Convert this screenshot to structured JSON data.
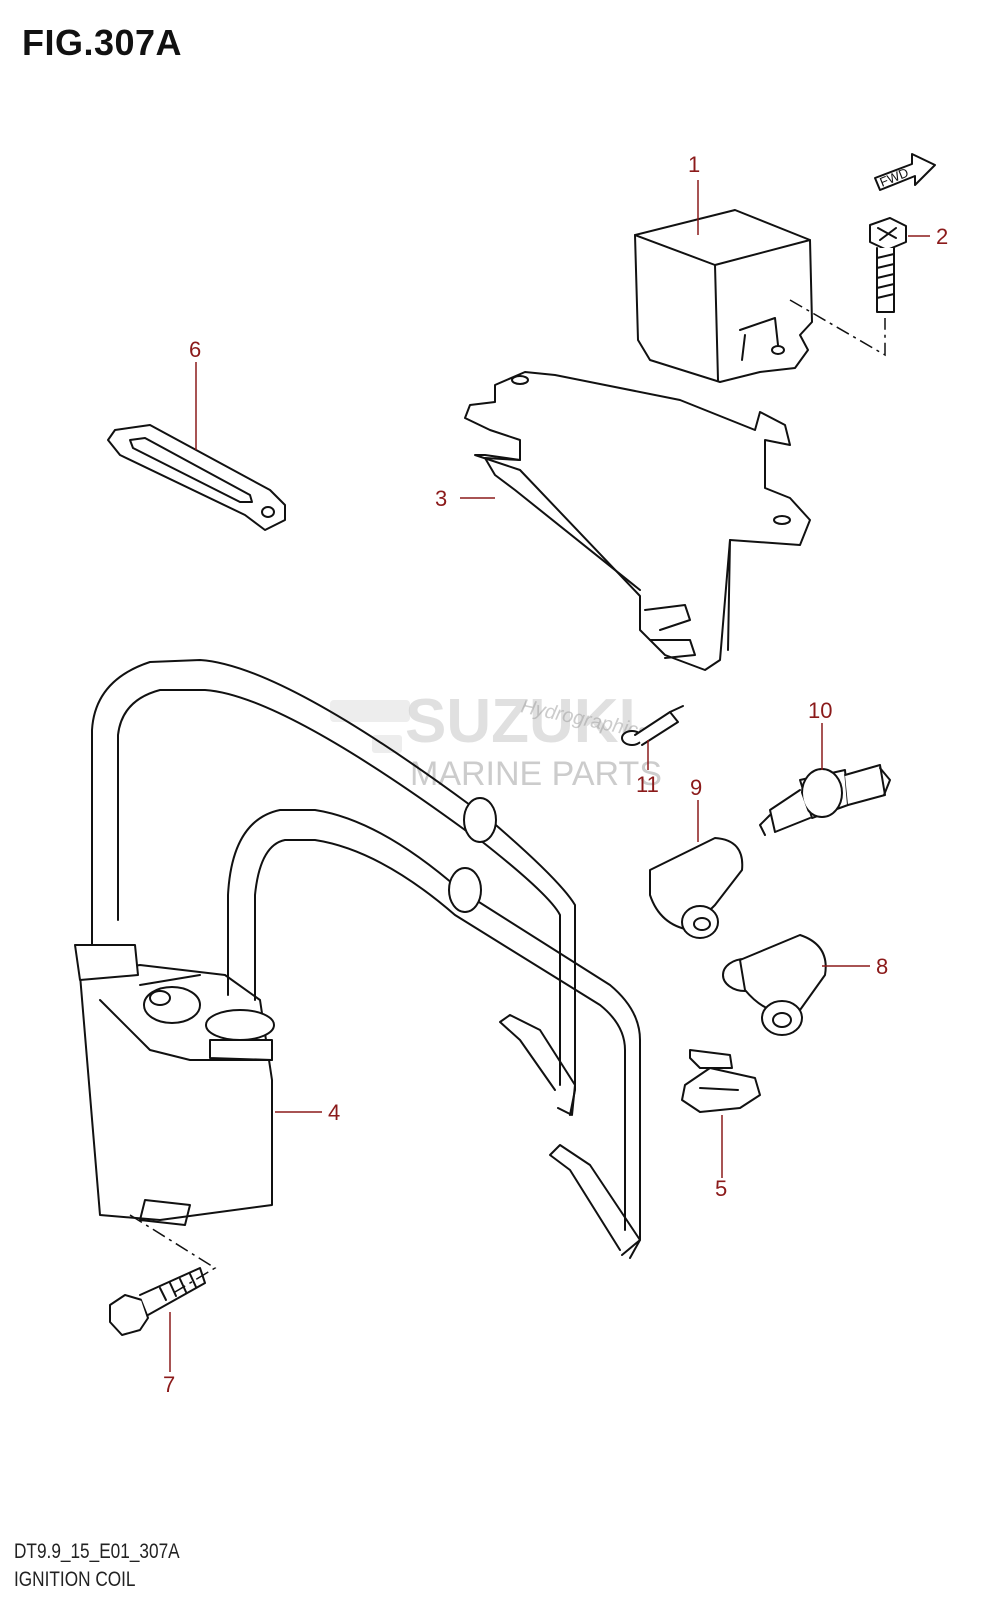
{
  "figure": {
    "title": "FIG.307A",
    "code": "DT9.9_15_E01_307A",
    "name": "IGNITION COIL"
  },
  "fwd_label": "FWD",
  "watermark": {
    "brand": "SUZUKI",
    "sub": "MARINE PARTS",
    "mark": "Hydrographics"
  },
  "callouts": [
    "1",
    "2",
    "3",
    "4",
    "5",
    "6",
    "7",
    "8",
    "9",
    "10",
    "11"
  ],
  "colors": {
    "callout": "#8b1a1a",
    "line": "#111111"
  }
}
